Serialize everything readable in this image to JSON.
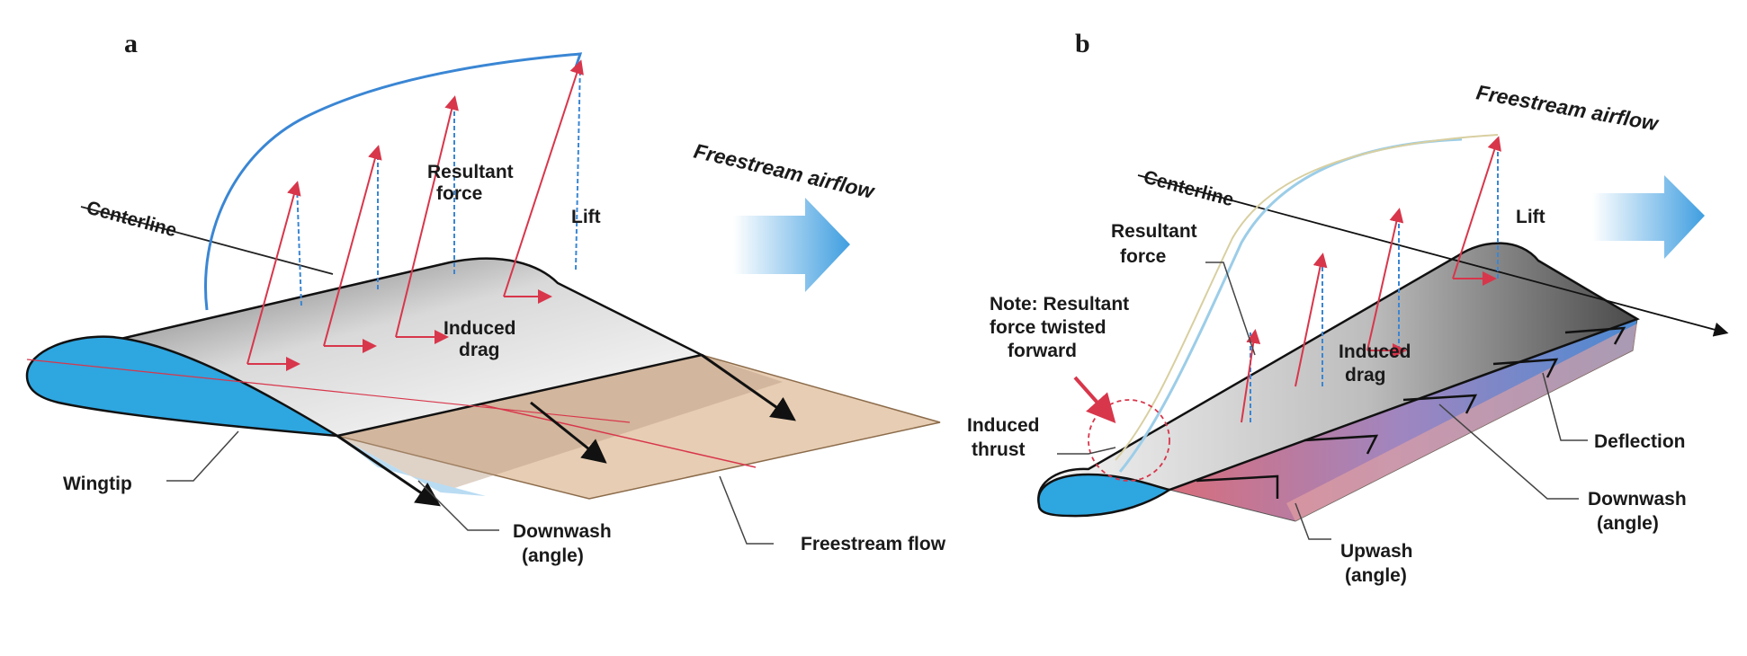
{
  "panels": {
    "a": {
      "letter": "a",
      "centerline": "Centerline",
      "resultant_force": [
        "Resultant",
        "force"
      ],
      "lift": "Lift",
      "freestream_airflow": "Freestream airflow",
      "induced_drag": [
        "Induced",
        "drag"
      ],
      "wingtip": "Wingtip",
      "downwash": [
        "Downwash",
        "(angle)"
      ],
      "freestream_flow": "Freestream flow"
    },
    "b": {
      "letter": "b",
      "centerline": "Centerline",
      "freestream_airflow": "Freestream airflow",
      "lift": "Lift",
      "resultant_force": [
        "Resultant",
        "force"
      ],
      "note": [
        "Note: Resultant",
        "force twisted",
        "forward"
      ],
      "induced_drag": [
        "Induced",
        "drag"
      ],
      "induced_thrust": [
        "Induced",
        "thrust"
      ],
      "deflection": "Deflection",
      "downwash": [
        "Downwash",
        "(angle)"
      ],
      "upwash": [
        "Upwash",
        "(angle)"
      ]
    }
  },
  "colors": {
    "airfoil_blue": "#2ea6e0",
    "lift_blue": "#3a86d4",
    "resultant_red": "#d8364b",
    "freestream_tan": "#e7cdb3",
    "arrow_blue": "#4aa6e2"
  }
}
